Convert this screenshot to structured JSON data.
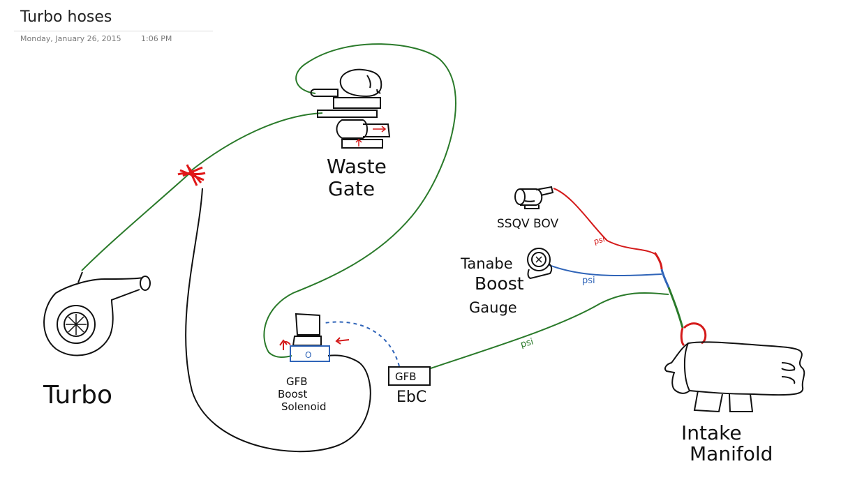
{
  "page": {
    "title": "Turbo hoses",
    "date": "Monday, January 26, 2015",
    "time": "1:06 PM"
  },
  "colors": {
    "green": "#2a7a2a",
    "red": "#d41a1a",
    "blue": "#2f64b8",
    "ink": "#111111"
  },
  "labels": {
    "turbo": "Turbo",
    "waste_gate": [
      "Waste",
      "Gate"
    ],
    "bov": "SSQV BOV",
    "gauge": [
      "Tanabe",
      "Boost",
      "Gauge"
    ],
    "solenoid": [
      "GFB",
      "Boost",
      "Solenoid"
    ],
    "solenoid_glyph": "O",
    "ebc_box": "GFB",
    "ebc": "EbC",
    "manifold": [
      "Intake",
      "Manifold"
    ],
    "psi_red": "psi",
    "psi_blue": "psi",
    "psi_green": "psi"
  }
}
